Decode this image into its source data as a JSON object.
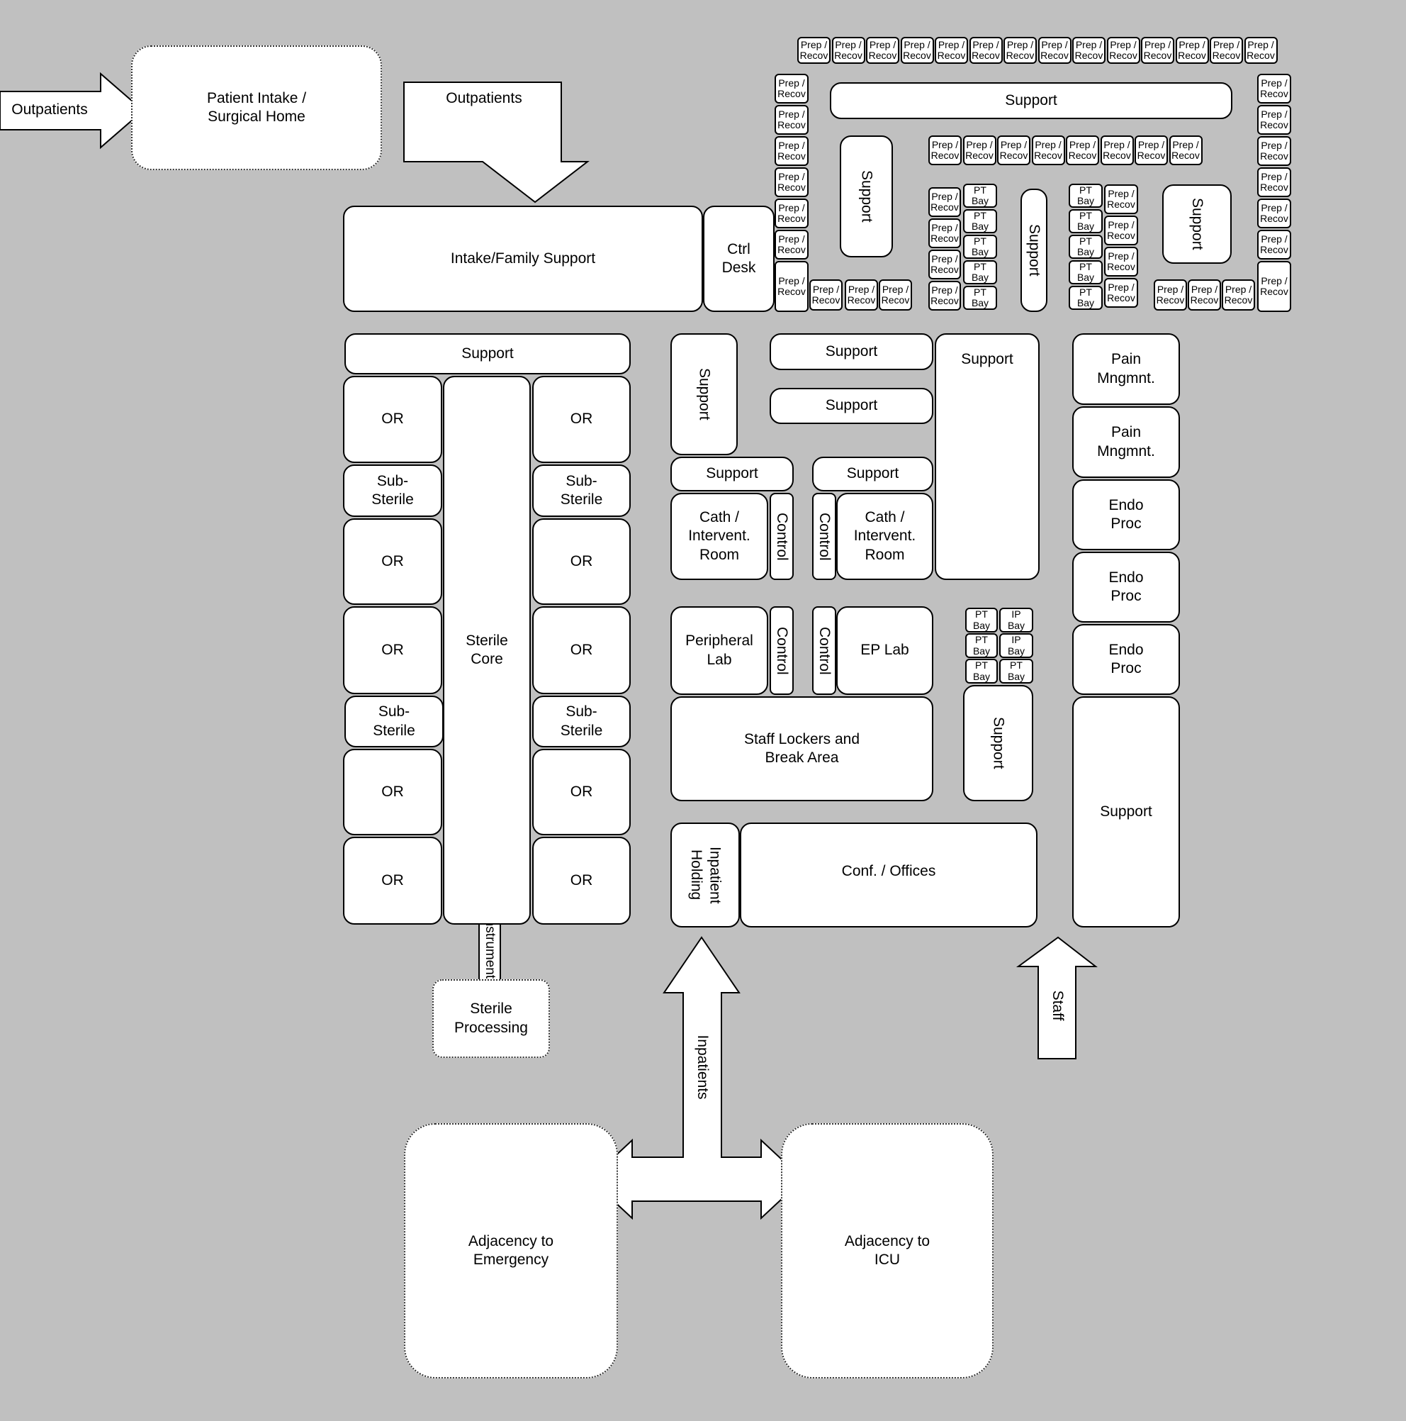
{
  "intake": {
    "patient_intake": "Patient Intake /\nSurgical Home",
    "intake_family": "Intake/Family Support",
    "ctrl_desk": "Ctrl\nDesk"
  },
  "arrows": {
    "outpatients_left": "Outpatients",
    "outpatients_down": "Outpatients",
    "instruments": "Instruments",
    "inpatients": "Inpatients",
    "staff": "Staff"
  },
  "prep_unit": {
    "bay_label": "Prep /\nRecov",
    "pt_label": "PT\nBay",
    "support": "Support"
  },
  "or_suite": {
    "support": "Support",
    "or": "OR",
    "sub_sterile": "Sub-\nSterile",
    "sterile_core": "Sterile\nCore",
    "sterile_processing": "Sterile\nProcessing"
  },
  "interventional": {
    "support": "Support",
    "cath": "Cath /\nIntervent.\nRoom",
    "control": "Control",
    "peripheral": "Peripheral\nLab",
    "ep_lab": "EP Lab",
    "lockers": "Staff Lockers and\nBreak Area",
    "inpatient_holding": "Inpatient\nHolding",
    "conf": "Conf. / Offices",
    "pt_bay": "PT\nBay",
    "ip_bay": "IP\nBay"
  },
  "procedures": {
    "pain": "Pain\nMngmnt.",
    "endo": "Endo\nProc",
    "support": "Support"
  },
  "adjacency": {
    "emergency": "Adjacency to\nEmergency",
    "icu": "Adjacency to\nICU"
  }
}
